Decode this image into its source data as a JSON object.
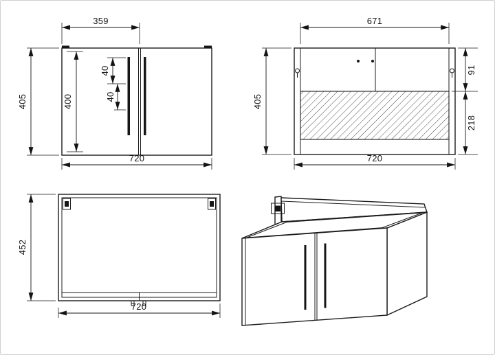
{
  "colors": {
    "ink": "#1b1b1b",
    "hatch": "#3a3a3a"
  },
  "views": {
    "front": {
      "dims": {
        "door_width": "359",
        "height": "405",
        "inner_height": "400",
        "handle_offset_a": "40",
        "handle_offset_b": "40",
        "width": "720"
      }
    },
    "back": {
      "dims": {
        "inner_width": "671",
        "height": "405",
        "top_section": "91",
        "opening_section": "218",
        "width": "720"
      }
    },
    "top": {
      "dims": {
        "depth": "452",
        "width": "720"
      }
    }
  }
}
